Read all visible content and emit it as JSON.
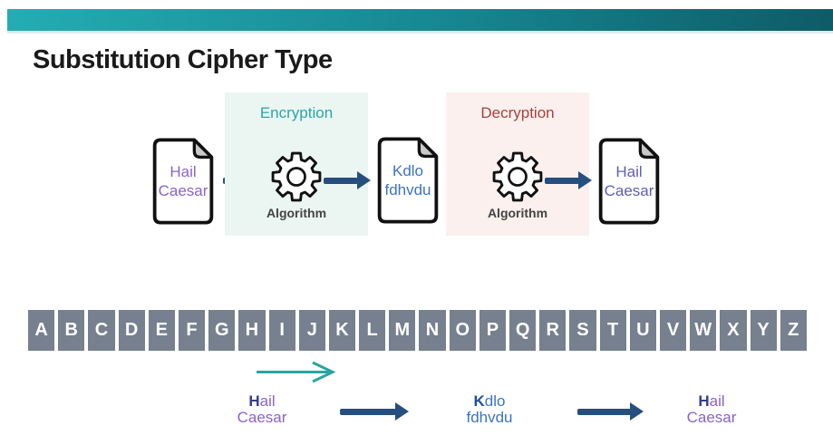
{
  "title": "Substitution Cipher Type",
  "flow": {
    "stages": [
      {
        "type": "document",
        "lines": [
          "Hail",
          "Caesar"
        ],
        "color": "#8a63c9"
      },
      {
        "type": "process",
        "label": "Encryption",
        "caption": "Algorithm",
        "bg": "#ebf6f3",
        "label_color": "#2ba5a3",
        "icon": "gear-icon"
      },
      {
        "type": "document",
        "lines": [
          "Kdlo",
          "fdhvdu"
        ],
        "color": "#3b74c4"
      },
      {
        "type": "process",
        "label": "Decryption",
        "caption": "Algorithm",
        "bg": "#fbf0ee",
        "label_color": "#a5413c",
        "icon": "gear-icon"
      },
      {
        "type": "document",
        "lines": [
          "Hail",
          "Caesar"
        ],
        "color": "#5e60b2"
      }
    ]
  },
  "alphabet": [
    "A",
    "B",
    "C",
    "D",
    "E",
    "F",
    "G",
    "H",
    "I",
    "J",
    "K",
    "L",
    "M",
    "N",
    "O",
    "P",
    "Q",
    "R",
    "S",
    "T",
    "U",
    "V",
    "W",
    "X",
    "Y",
    "Z"
  ],
  "example": {
    "items": [
      {
        "line1_bold": "H",
        "line1_rest": "ail",
        "line2": "Caesar",
        "bold_color": "#333f8f",
        "color": "#8a63c9"
      },
      {
        "line1_bold": "K",
        "line1_rest": "dlo",
        "line2": "fdhvdu",
        "bold_color": "#1d4f9e",
        "color": "#3b74c4"
      },
      {
        "line1_bold": "H",
        "line1_rest": "ail",
        "line2": "Caesar",
        "bold_color": "#333f8f",
        "color": "#8a63c9"
      }
    ]
  },
  "colors": {
    "topbar_gradient_start": "#25acb3",
    "topbar_gradient_end": "#0d5c68",
    "arrow_navy": "#264e7e",
    "arrow_teal": "#29a5a3",
    "alphabet_box": "#76808e",
    "encryption_bg": "#ebf6f3",
    "decryption_bg": "#fbf0ee"
  }
}
